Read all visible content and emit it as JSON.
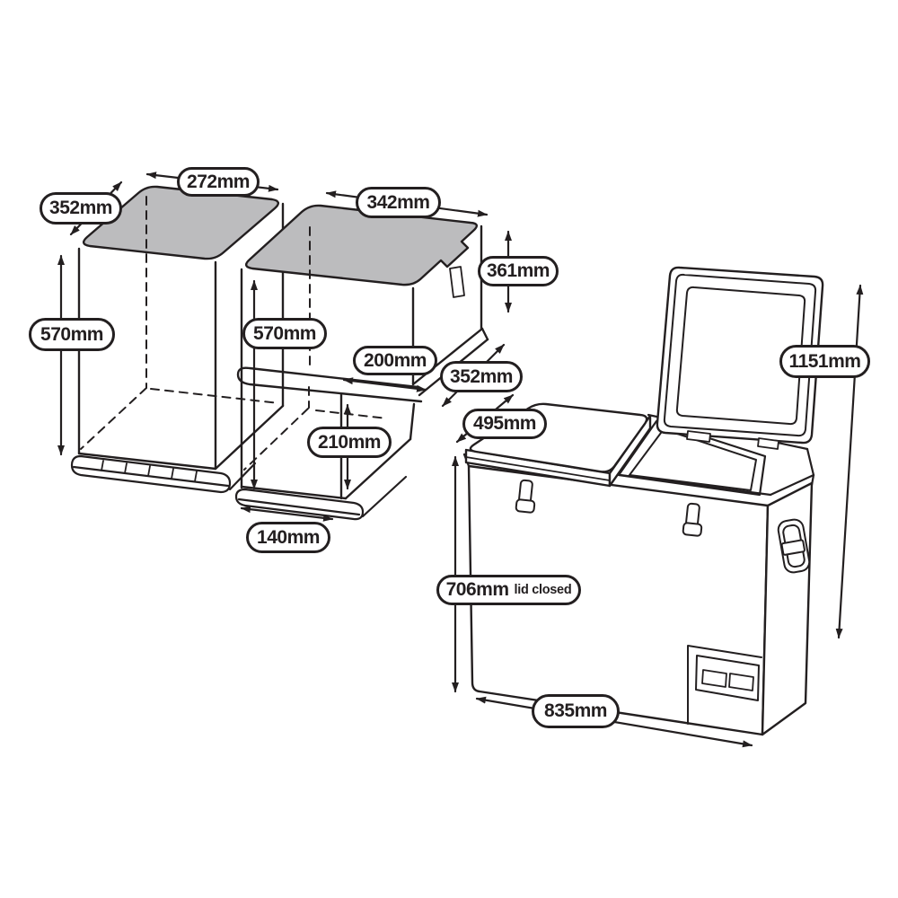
{
  "colors": {
    "line": "#231f20",
    "top_fill": "#bcbcbe",
    "background": "#ffffff"
  },
  "interior_box_left": {
    "depth_top": "352mm",
    "width_top": "272mm",
    "height": "570mm"
  },
  "interior_box_right": {
    "width_top": "342mm",
    "height_upper_right": "361mm",
    "height_total": "570mm",
    "step_width": "200mm",
    "depth": "352mm",
    "step_height": "210mm",
    "width_bottom": "140mm"
  },
  "fridge": {
    "depth": "495mm",
    "height_lid_open": "1151mm",
    "height_lid_closed_value": "706mm",
    "height_lid_closed_suffix": "lid closed",
    "width": "835mm"
  }
}
